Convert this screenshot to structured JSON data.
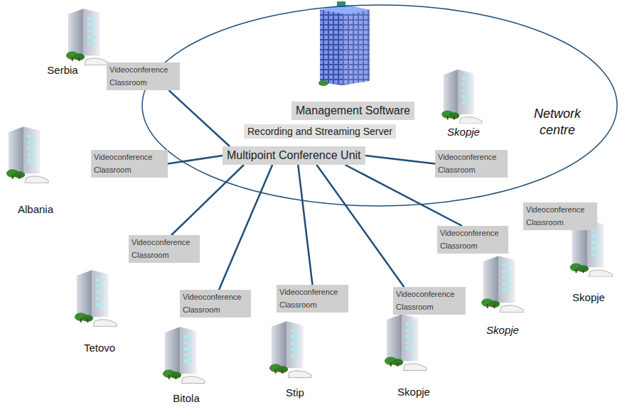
{
  "diagram": {
    "nodes": [
      {
        "text": [
          "Network centre"
        ]
      },
      {
        "text": [
          "Management Software"
        ],
        "in": 0
      },
      {
        "text": [
          "Recording and Streaming Server"
        ],
        "in": 0
      },
      {
        "text": [
          "Multipoint Conference Unit"
        ],
        "in": 0
      },
      {
        "text": [
          "Videoconference Classroom"
        ]
      },
      {
        "text": [
          "Videoconference Classroom"
        ]
      },
      {
        "text": [
          "Videoconference Classroom"
        ],
        "in": 0
      },
      {
        "text": [
          "Videoconference Classroom"
        ]
      },
      {
        "text": [
          "Videoconference Classroom"
        ]
      },
      {
        "text": [
          "Videoconference Classroom"
        ]
      },
      {
        "text": [
          "Videoconference Classroom"
        ]
      },
      {
        "text": [
          "Videoconference Classroom"
        ]
      },
      {
        "text": [
          "Videoconference Classroom"
        ]
      }
    ],
    "edges": [
      {
        "from": 3,
        "to": 4,
        "arrow": "none"
      },
      {
        "from": 3,
        "to": 5,
        "arrow": "none"
      },
      {
        "from": 3,
        "to": 6,
        "arrow": "none"
      },
      {
        "from": 3,
        "to": 7,
        "arrow": "none"
      },
      {
        "from": 3,
        "to": 8,
        "arrow": "none"
      },
      {
        "from": 3,
        "to": 9,
        "arrow": "none"
      },
      {
        "from": 3,
        "to": 10,
        "arrow": "none"
      },
      {
        "from": 3,
        "to": 11,
        "arrow": "none"
      }
    ],
    "labels": [
      "Serbia",
      "Albania",
      "Skopje",
      "Tetovo",
      "Bitola",
      "Stip",
      "Skopje",
      "Skopje",
      "Skopje"
    ]
  }
}
